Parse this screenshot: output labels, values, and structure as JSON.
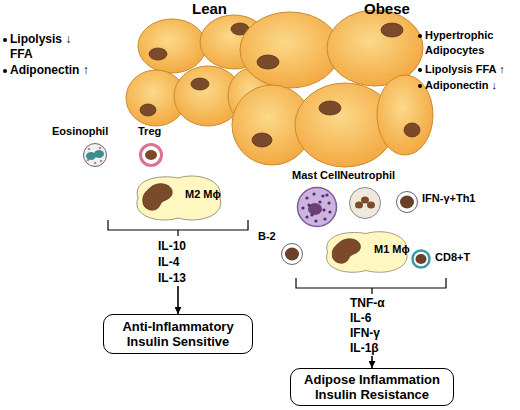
{
  "diagram": {
    "nodes": [
      {
        "text": [
          "Eosinophil"
        ]
      },
      {
        "text": [
          "Treg"
        ]
      },
      {
        "text": [
          "M2 Mϕ"
        ]
      },
      {
        "text": [
          "IL-10",
          "IL-4",
          "IL-13"
        ]
      },
      {
        "text": [
          "Anti-Inflammatory Insulin Sensitive"
        ]
      },
      {
        "text": [
          "Mast Cell"
        ]
      },
      {
        "text": [
          "Neutrophil"
        ]
      },
      {
        "text": [
          "IFN-γ+Th1"
        ]
      },
      {
        "text": [
          "B-2"
        ]
      },
      {
        "text": [
          "CD8+T"
        ]
      },
      {
        "text": [
          "M1 Mϕ"
        ]
      },
      {
        "text": [
          "TNF-α",
          "IL-6",
          "IFN-γ",
          "IL-1β"
        ]
      },
      {
        "text": [
          "Adipose Inflammation Insulin Resistance"
        ]
      }
    ],
    "edges": [
      {
        "from": 3,
        "to": 4,
        "arrow": "to"
      },
      {
        "from": 11,
        "to": 12,
        "arrow": "to"
      }
    ],
    "labels": [
      "Lean",
      "Obese",
      "Lipolysis ↓ FFA",
      "Adiponectin ↑",
      "Hypertrophic Adipocytes",
      "Lipolysis FFA ↑",
      "Adiponectin ↓"
    ]
  }
}
